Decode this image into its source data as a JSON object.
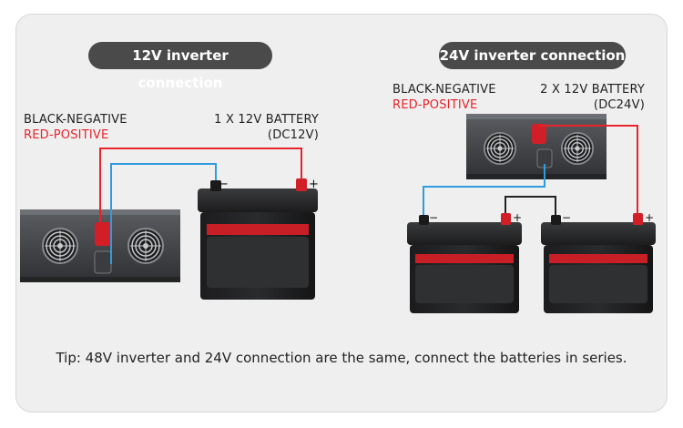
{
  "left": {
    "title": "12V inverter connection",
    "label_black": "BLACK-NEGATIVE",
    "label_red": "RED-POSITIVE",
    "battery_line1": "1 X 12V BATTERY",
    "battery_line2": "(DC12V)"
  },
  "right": {
    "title": "24V inverter connection",
    "label_black": "BLACK-NEGATIVE",
    "label_red": "RED-POSITIVE",
    "battery_line1": "2 X 12V BATTERY",
    "battery_line2": "(DC24V)"
  },
  "tip": "Tip: 48V inverter and 24V connection are the same, connect the batteries in series.",
  "colors": {
    "positive_wire": "#e8232b",
    "negative_wire": "#2f9be0",
    "series_wire": "#222222",
    "pill_bg": "#4a4a4a"
  }
}
